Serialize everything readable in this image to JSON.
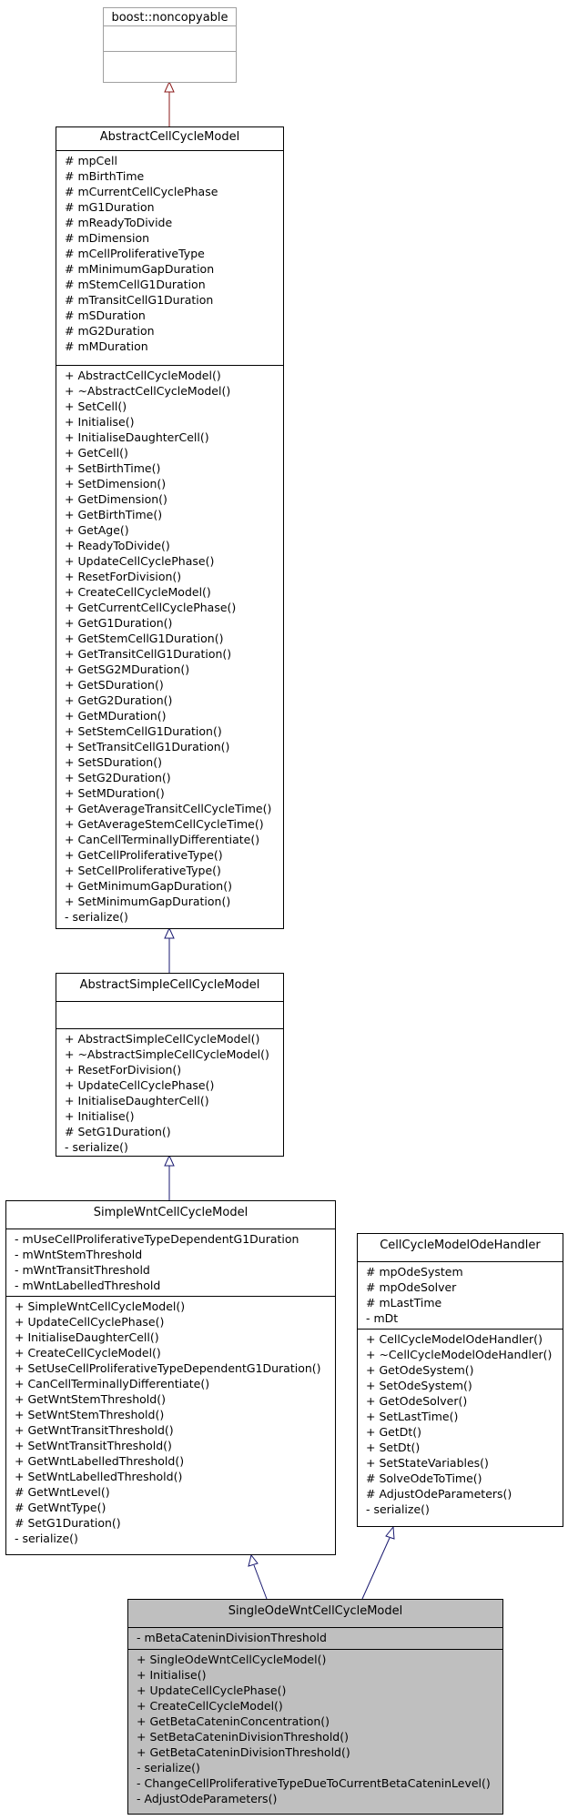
{
  "classes": {
    "noncopyable": {
      "name": "boost::noncopyable",
      "attributes": [],
      "methods": []
    },
    "abstract_ccm": {
      "name": "AbstractCellCycleModel",
      "attributes": [
        "# mpCell",
        "# mBirthTime",
        "# mCurrentCellCyclePhase",
        "# mG1Duration",
        "# mReadyToDivide",
        "# mDimension",
        "# mCellProliferativeType",
        "# mMinimumGapDuration",
        "# mStemCellG1Duration",
        "# mTransitCellG1Duration",
        "# mSDuration",
        "# mG2Duration",
        "# mMDuration"
      ],
      "methods": [
        "+ AbstractCellCycleModel()",
        "+ ~AbstractCellCycleModel()",
        "+ SetCell()",
        "+ Initialise()",
        "+ InitialiseDaughterCell()",
        "+ GetCell()",
        "+ SetBirthTime()",
        "+ SetDimension()",
        "+ GetDimension()",
        "+ GetBirthTime()",
        "+ GetAge()",
        "+ ReadyToDivide()",
        "+ UpdateCellCyclePhase()",
        "+ ResetForDivision()",
        "+ CreateCellCycleModel()",
        "+ GetCurrentCellCyclePhase()",
        "+ GetG1Duration()",
        "+ GetStemCellG1Duration()",
        "+ GetTransitCellG1Duration()",
        "+ GetSG2MDuration()",
        "+ GetSDuration()",
        "+ GetG2Duration()",
        "+ GetMDuration()",
        "+ SetStemCellG1Duration()",
        "+ SetTransitCellG1Duration()",
        "+ SetSDuration()",
        "+ SetG2Duration()",
        "+ SetMDuration()",
        "+ GetAverageTransitCellCycleTime()",
        "+ GetAverageStemCellCycleTime()",
        "+ CanCellTerminallyDifferentiate()",
        "+ GetCellProliferativeType()",
        "+ SetCellProliferativeType()",
        "+ GetMinimumGapDuration()",
        "+ SetMinimumGapDuration()",
        "- serialize()"
      ]
    },
    "abstract_simple": {
      "name": "AbstractSimpleCellCycleModel",
      "attributes": [],
      "methods": [
        "+ AbstractSimpleCellCycleModel()",
        "+ ~AbstractSimpleCellCycleModel()",
        "+ ResetForDivision()",
        "+ UpdateCellCyclePhase()",
        "+ InitialiseDaughterCell()",
        "+ Initialise()",
        "# SetG1Duration()",
        "- serialize()"
      ]
    },
    "simple_wnt": {
      "name": "SimpleWntCellCycleModel",
      "attributes": [
        "- mUseCellProliferativeTypeDependentG1Duration",
        "- mWntStemThreshold",
        "- mWntTransitThreshold",
        "- mWntLabelledThreshold"
      ],
      "methods": [
        "+ SimpleWntCellCycleModel()",
        "+ UpdateCellCyclePhase()",
        "+ InitialiseDaughterCell()",
        "+ CreateCellCycleModel()",
        "+ SetUseCellProliferativeTypeDependentG1Duration()",
        "+ CanCellTerminallyDifferentiate()",
        "+ GetWntStemThreshold()",
        "+ SetWntStemThreshold()",
        "+ GetWntTransitThreshold()",
        "+ SetWntTransitThreshold()",
        "+ GetWntLabelledThreshold()",
        "+ SetWntLabelledThreshold()",
        "# GetWntLevel()",
        "# GetWntType()",
        "# SetG1Duration()",
        "- serialize()"
      ]
    },
    "ode_handler": {
      "name": "CellCycleModelOdeHandler",
      "attributes": [
        "# mpOdeSystem",
        "# mpOdeSolver",
        "# mLastTime",
        "- mDt"
      ],
      "methods": [
        "+ CellCycleModelOdeHandler()",
        "+ ~CellCycleModelOdeHandler()",
        "+ GetOdeSystem()",
        "+ SetOdeSystem()",
        "+ GetOdeSolver()",
        "+ SetLastTime()",
        "+ GetDt()",
        "+ SetDt()",
        "+ SetStateVariables()",
        "# SolveOdeToTime()",
        "# AdjustOdeParameters()",
        "- serialize()"
      ]
    },
    "single_ode": {
      "name": "SingleOdeWntCellCycleModel",
      "attributes": [
        "- mBetaCateninDivisionThreshold"
      ],
      "methods": [
        "+ SingleOdeWntCellCycleModel()",
        "+ Initialise()",
        "+ UpdateCellCyclePhase()",
        "+ CreateCellCycleModel()",
        "+ GetBetaCateninConcentration()",
        "+ SetBetaCateninDivisionThreshold()",
        "+ GetBetaCateninDivisionThreshold()",
        "- serialize()",
        "- ChangeCellProliferativeTypeDueToCurrentBetaCateninLevel()",
        "- AdjustOdeParameters()"
      ]
    }
  },
  "colors": {
    "inherit_public": "#191970",
    "inherit_noncopyable": "#8b1a1a",
    "border_gray": "#a0a0a0",
    "highlight": "#bfbfbf"
  }
}
